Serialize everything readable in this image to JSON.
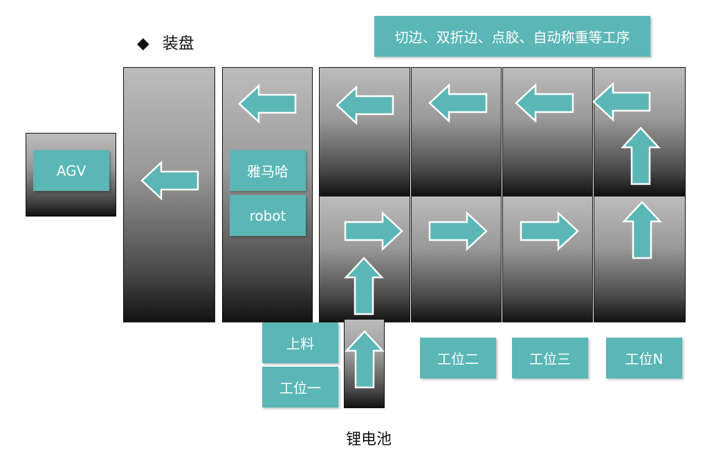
{
  "title": {
    "bullet": "◆",
    "text": "装盘"
  },
  "process_box": "切边、双折边、点胶、自动称重等工序",
  "agv_label": "AGV",
  "yamaha_label": "雅马哈",
  "robot_label": "robot",
  "loading_label": "上料",
  "station1_label": "工位一",
  "station2_label": "工位二",
  "station3_label": "工位三",
  "stationN_label": "工位N",
  "battery_label": "锂电池",
  "colors": {
    "teal": "#5ab7b6",
    "block_top": "#bcbcbc",
    "block_bottom": "#121212"
  }
}
